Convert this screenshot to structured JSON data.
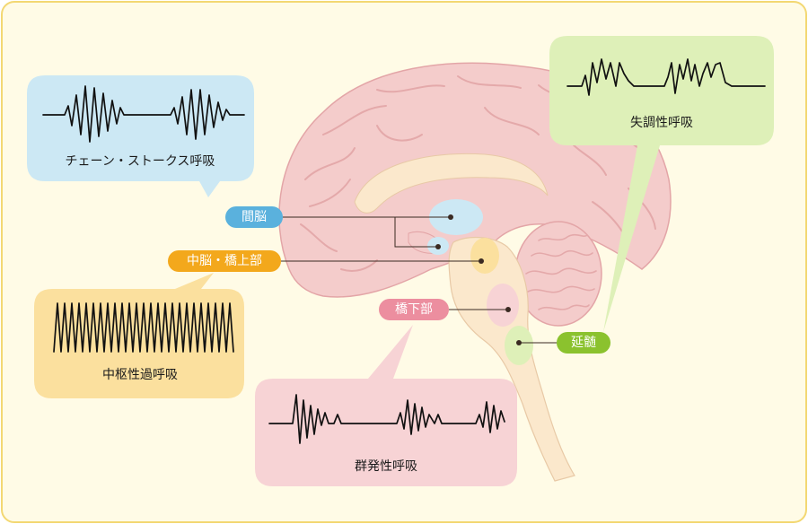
{
  "colors": {
    "background": "#fffbe6",
    "border": "#f3d873",
    "brain": "#f4cccb",
    "brain_fold": "#e4a9aa",
    "brainstem": "#fbe8cc",
    "blue": "#5ab1dd",
    "blue_light": "#cce8f4",
    "orange": "#f3a81c",
    "orange_light": "#fbe09e",
    "pink": "#ec8e9f",
    "pink_light": "#f7d3d5",
    "green": "#8bc22e",
    "green_light": "#def0b8"
  },
  "regions": {
    "diencephalon": "間脳",
    "midbrain_pons": "中脳・橋上部",
    "lower_pons": "橋下部",
    "medulla": "延髄"
  },
  "patterns": {
    "cheyne_stokes": "チェーン・ストークス呼吸",
    "central_hyperventilation": "中枢性過呼吸",
    "cluster": "群発性呼吸",
    "ataxic": "失調性呼吸"
  }
}
